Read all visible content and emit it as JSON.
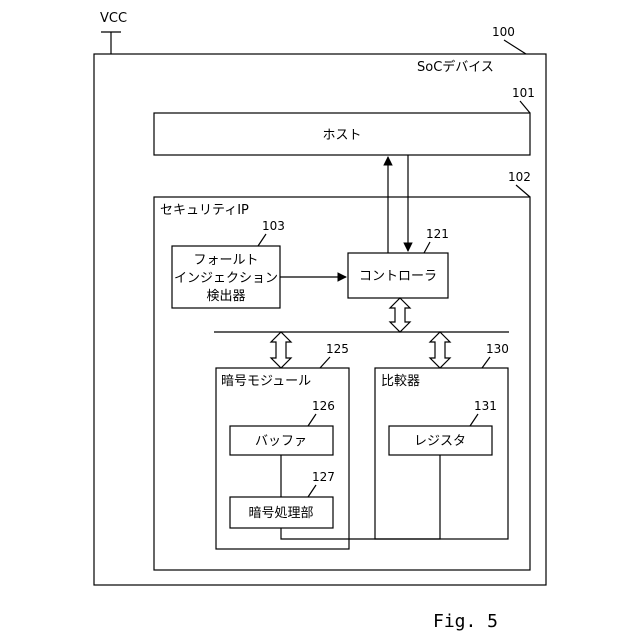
{
  "vcc": "VCC",
  "soc": {
    "ref": "100",
    "label": "SoCデバイス"
  },
  "host": {
    "ref": "101",
    "label": "ホスト"
  },
  "security_ip": {
    "ref": "102",
    "label": "セキュリティIP"
  },
  "fault_detector": {
    "ref": "103",
    "line1": "フォールト",
    "line2": "インジェクション",
    "line3": "検出器"
  },
  "controller": {
    "ref": "121",
    "label": "コントローラ"
  },
  "crypto_module": {
    "ref": "125",
    "label": "暗号モジュール"
  },
  "buffer": {
    "ref": "126",
    "label": "バッファ"
  },
  "crypto_proc": {
    "ref": "127",
    "label": "暗号処理部"
  },
  "comparator": {
    "ref": "130",
    "label": "比較器"
  },
  "register": {
    "ref": "131",
    "label": "レジスタ"
  },
  "figure_label": "Fig. 5"
}
